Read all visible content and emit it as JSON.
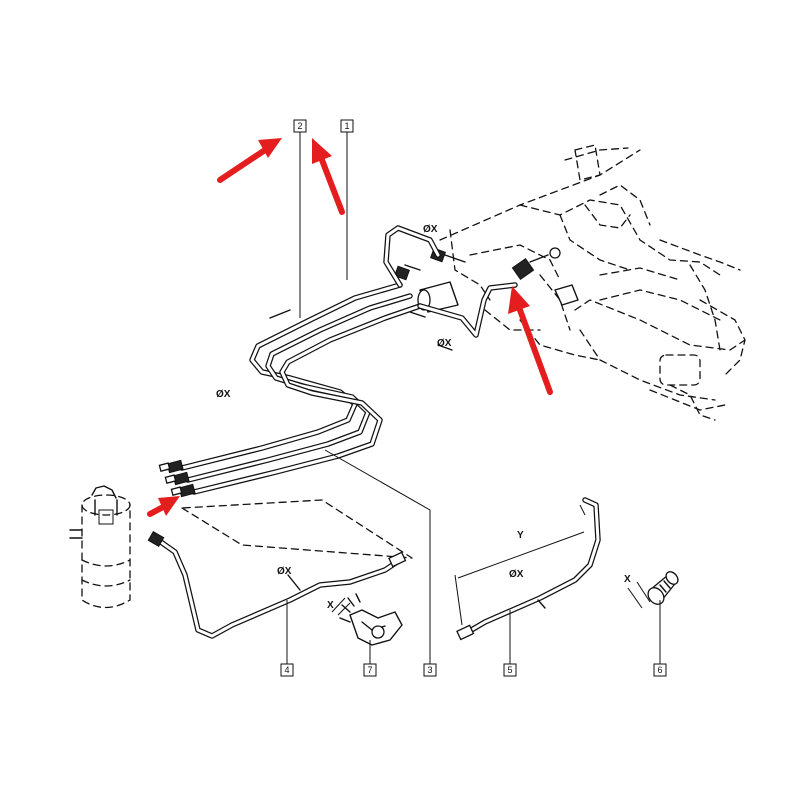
{
  "callouts": [
    {
      "id": "ref-1",
      "text": "1"
    },
    {
      "id": "ref-2",
      "text": "2"
    },
    {
      "id": "ref-3",
      "text": "3"
    },
    {
      "id": "ref-4",
      "text": "4"
    },
    {
      "id": "ref-5",
      "text": "5"
    },
    {
      "id": "ref-6",
      "text": "6"
    },
    {
      "id": "ref-7",
      "text": "7"
    }
  ],
  "dimension_labels": {
    "diameter": "ØX",
    "length_x": "X",
    "length_y": "Y"
  },
  "colors": {
    "lines": "#111111",
    "highlight_arrows": "#e41e1e",
    "background": "#ffffff"
  }
}
